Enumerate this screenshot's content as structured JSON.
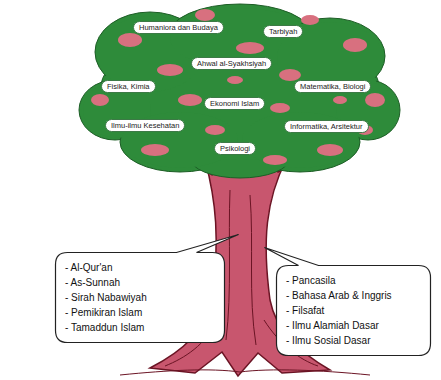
{
  "diagram": {
    "nodes": [
      {
        "text": [
          "Humaniora dan Budaya"
        ]
      },
      {
        "text": [
          "Tarbiyah"
        ]
      },
      {
        "text": [
          "Ahwal al-Syakhsiyah"
        ]
      },
      {
        "text": [
          "Fisika, Kimia"
        ]
      },
      {
        "text": [
          "Matematika, Biologi"
        ]
      },
      {
        "text": [
          "Ekonomi Islam"
        ]
      },
      {
        "text": [
          "Ilmu-ilmu Kesehatan"
        ]
      },
      {
        "text": [
          "Informatika, Arsitektur"
        ]
      },
      {
        "text": [
          "Psikologi"
        ]
      },
      {
        "text": [
          "- Al-Qur'an",
          "- As-Sunnah",
          "- Sirah Nabawiyah",
          "- Pemikiran Islam",
          "- Tamaddun Islam"
        ]
      },
      {
        "text": [
          "- Pancasila",
          "- Bahasa Arab & Inggris",
          "- Filsafat",
          "- Ilmu Alamiah Dasar",
          "- Ilmu Sosial Dasar"
        ]
      }
    ]
  }
}
